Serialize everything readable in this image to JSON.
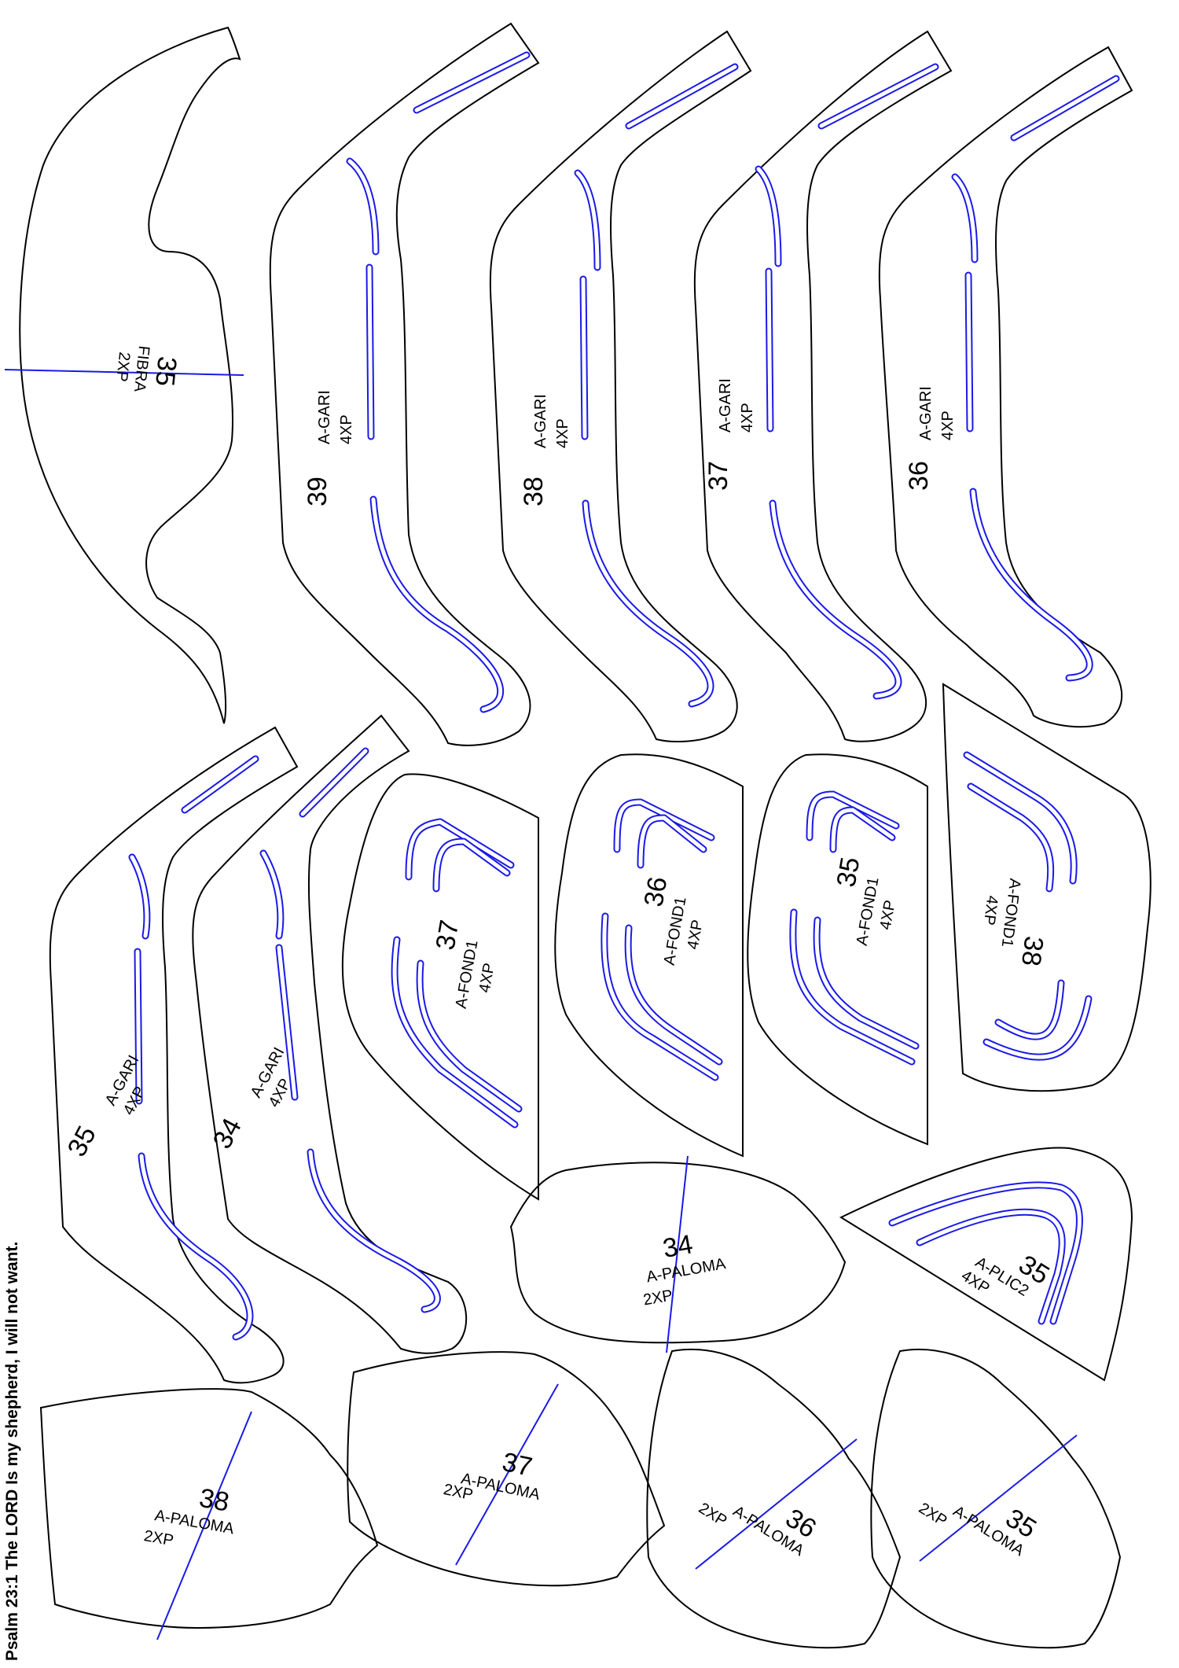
{
  "footer_verse": "Psalm 23:1 The LORD Is my shepherd, I will not want.",
  "colors": {
    "outline": "#000000",
    "seam": "#1a1ae6",
    "grain": "#1a1ae6"
  },
  "pieces": [
    {
      "num": "35",
      "name": "FIBRA",
      "qty": "2XP"
    },
    {
      "num": "39",
      "name": "A-GARI",
      "qty": "4XP"
    },
    {
      "num": "38",
      "name": "A-GARI",
      "qty": "4XP"
    },
    {
      "num": "37",
      "name": "A-GARI",
      "qty": "4XP"
    },
    {
      "num": "36",
      "name": "A-GARI",
      "qty": "4XP"
    },
    {
      "num": "35",
      "name": "A-GARI",
      "qty": "4XP"
    },
    {
      "num": "34",
      "name": "A-GARI",
      "qty": "4XP"
    },
    {
      "num": "37",
      "name": "A-FOND1",
      "qty": "4XP"
    },
    {
      "num": "36",
      "name": "A-FOND1",
      "qty": "4XP"
    },
    {
      "num": "35",
      "name": "A-FOND1",
      "qty": "4XP"
    },
    {
      "num": "38",
      "name": "A-FOND1",
      "qty": "4XP"
    },
    {
      "num": "34",
      "name": "A-PALOMA",
      "qty": "2XP"
    },
    {
      "num": "35",
      "name": "A-PLIC2",
      "qty": "4XP"
    },
    {
      "num": "38",
      "name": "A-PALOMA",
      "qty": "2XP"
    },
    {
      "num": "37",
      "name": "A-PALOMA",
      "qty": "2XP"
    },
    {
      "num": "36",
      "name": "A-PALOMA",
      "qty": "2XP"
    },
    {
      "num": "35",
      "name": "A-PALOMA",
      "qty": "2XP"
    }
  ]
}
